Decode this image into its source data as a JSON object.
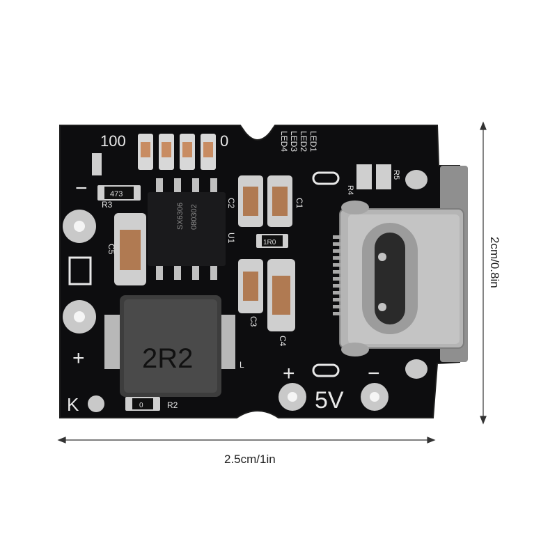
{
  "image": {
    "subject": "usb-c-boost-module-pcb",
    "board_color": "#0d0d0f",
    "silk_color": "#e8e8e8",
    "pad_color": "#c9c9c9"
  },
  "dimensions": {
    "width_label": "2.5cm/1in",
    "height_label": "2cm/0.8in"
  },
  "silkscreen": {
    "top_left": "100",
    "top_right": "0",
    "led_labels": [
      "LED4",
      "LED3",
      "LED2",
      "LED1"
    ],
    "minus_left": "−",
    "plus_left": "+",
    "k_label": "K",
    "out_plus": "+",
    "out_minus": "−",
    "out_voltage": "5V",
    "r4": "R4",
    "r5": "R5",
    "c1": "C1",
    "c2": "C2",
    "c3": "C3",
    "c4": "C4",
    "c5": "C5",
    "r2": "R2",
    "r3": "R3",
    "u1": "U1",
    "l": "L",
    "chip_text_1": "SX6306",
    "chip_text_2": "080302",
    "inductor": "2R2",
    "res_r3": "473",
    "res_r1": "1R0",
    "res_r2": "0"
  }
}
